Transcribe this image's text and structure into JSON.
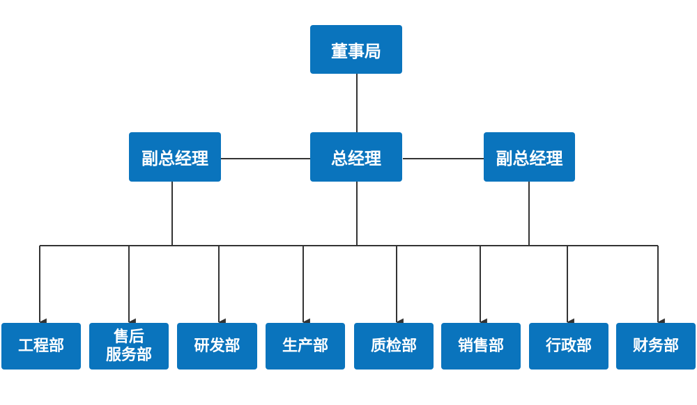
{
  "org_chart": {
    "board": "董事局",
    "general_manager": "总经理",
    "deputy_left": "副总经理",
    "deputy_right": "副总经理",
    "departments": [
      {
        "lines": [
          "工程部"
        ]
      },
      {
        "lines": [
          "售后",
          "服务部"
        ]
      },
      {
        "lines": [
          "研发部"
        ]
      },
      {
        "lines": [
          "生产部"
        ]
      },
      {
        "lines": [
          "质检部"
        ]
      },
      {
        "lines": [
          "销售部"
        ]
      },
      {
        "lines": [
          "行政部"
        ]
      },
      {
        "lines": [
          "财务部"
        ]
      }
    ]
  },
  "colors": {
    "box_fill": "#0a74bd",
    "box_text": "#ffffff",
    "connector": "#333333"
  }
}
